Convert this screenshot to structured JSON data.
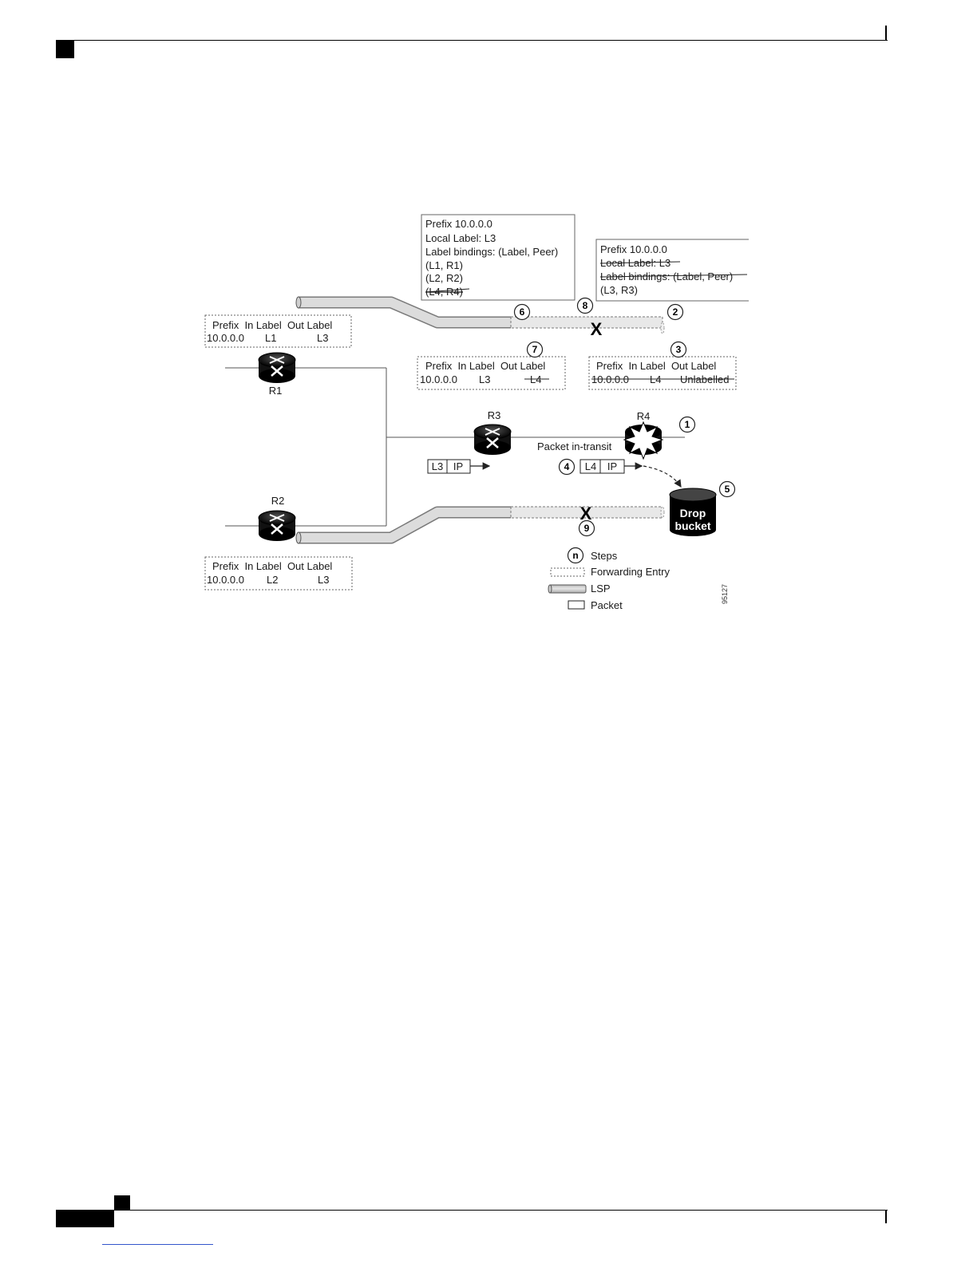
{
  "diagram": {
    "top_callout": {
      "lines": [
        "Prefix 10.0.0.0",
        "Local Label: L3",
        "Label bindings: (Label, Peer)",
        "(L1, R1)",
        "(L2, R2)",
        "(L4, R4)"
      ]
    },
    "right_callout": {
      "lines": [
        "Prefix 10.0.0.0",
        "Local Label: L3",
        "Label bindings: (Label, Peer)",
        "(L3, R3)"
      ]
    },
    "fwd_r1": {
      "header": "Prefix  In Label  Out Label",
      "row": [
        "10.0.0.0",
        "L1",
        "L3"
      ]
    },
    "fwd_r2": {
      "header": "Prefix  In Label  Out Label",
      "row": [
        "10.0.0.0",
        "L2",
        "L3"
      ]
    },
    "fwd_r3": {
      "header": "Prefix  In Label  Out Label",
      "row": [
        "10.0.0.0",
        "L3",
        "L4"
      ]
    },
    "fwd_r4": {
      "header": "Prefix  In Label  Out Label",
      "row": [
        "10.0.0.0",
        "L4",
        "Unlabelled"
      ]
    },
    "routers": {
      "r1": "R1",
      "r2": "R2",
      "r3": "R3",
      "r4": "R4"
    },
    "packet_in_transit": "Packet in-transit",
    "packet_r3": [
      "L3",
      "IP"
    ],
    "packet_r4": [
      "L4",
      "IP"
    ],
    "drop_bucket": [
      "Drop",
      "bucket"
    ],
    "steps": [
      "1",
      "2",
      "3",
      "4",
      "5",
      "6",
      "7",
      "8",
      "9"
    ],
    "break_mark": "X",
    "legend": {
      "step_symbol": "n",
      "steps": "Steps",
      "forwarding_entry": "Forwarding Entry",
      "lsp": "LSP",
      "packet": "Packet"
    },
    "figure_id": "95127"
  }
}
